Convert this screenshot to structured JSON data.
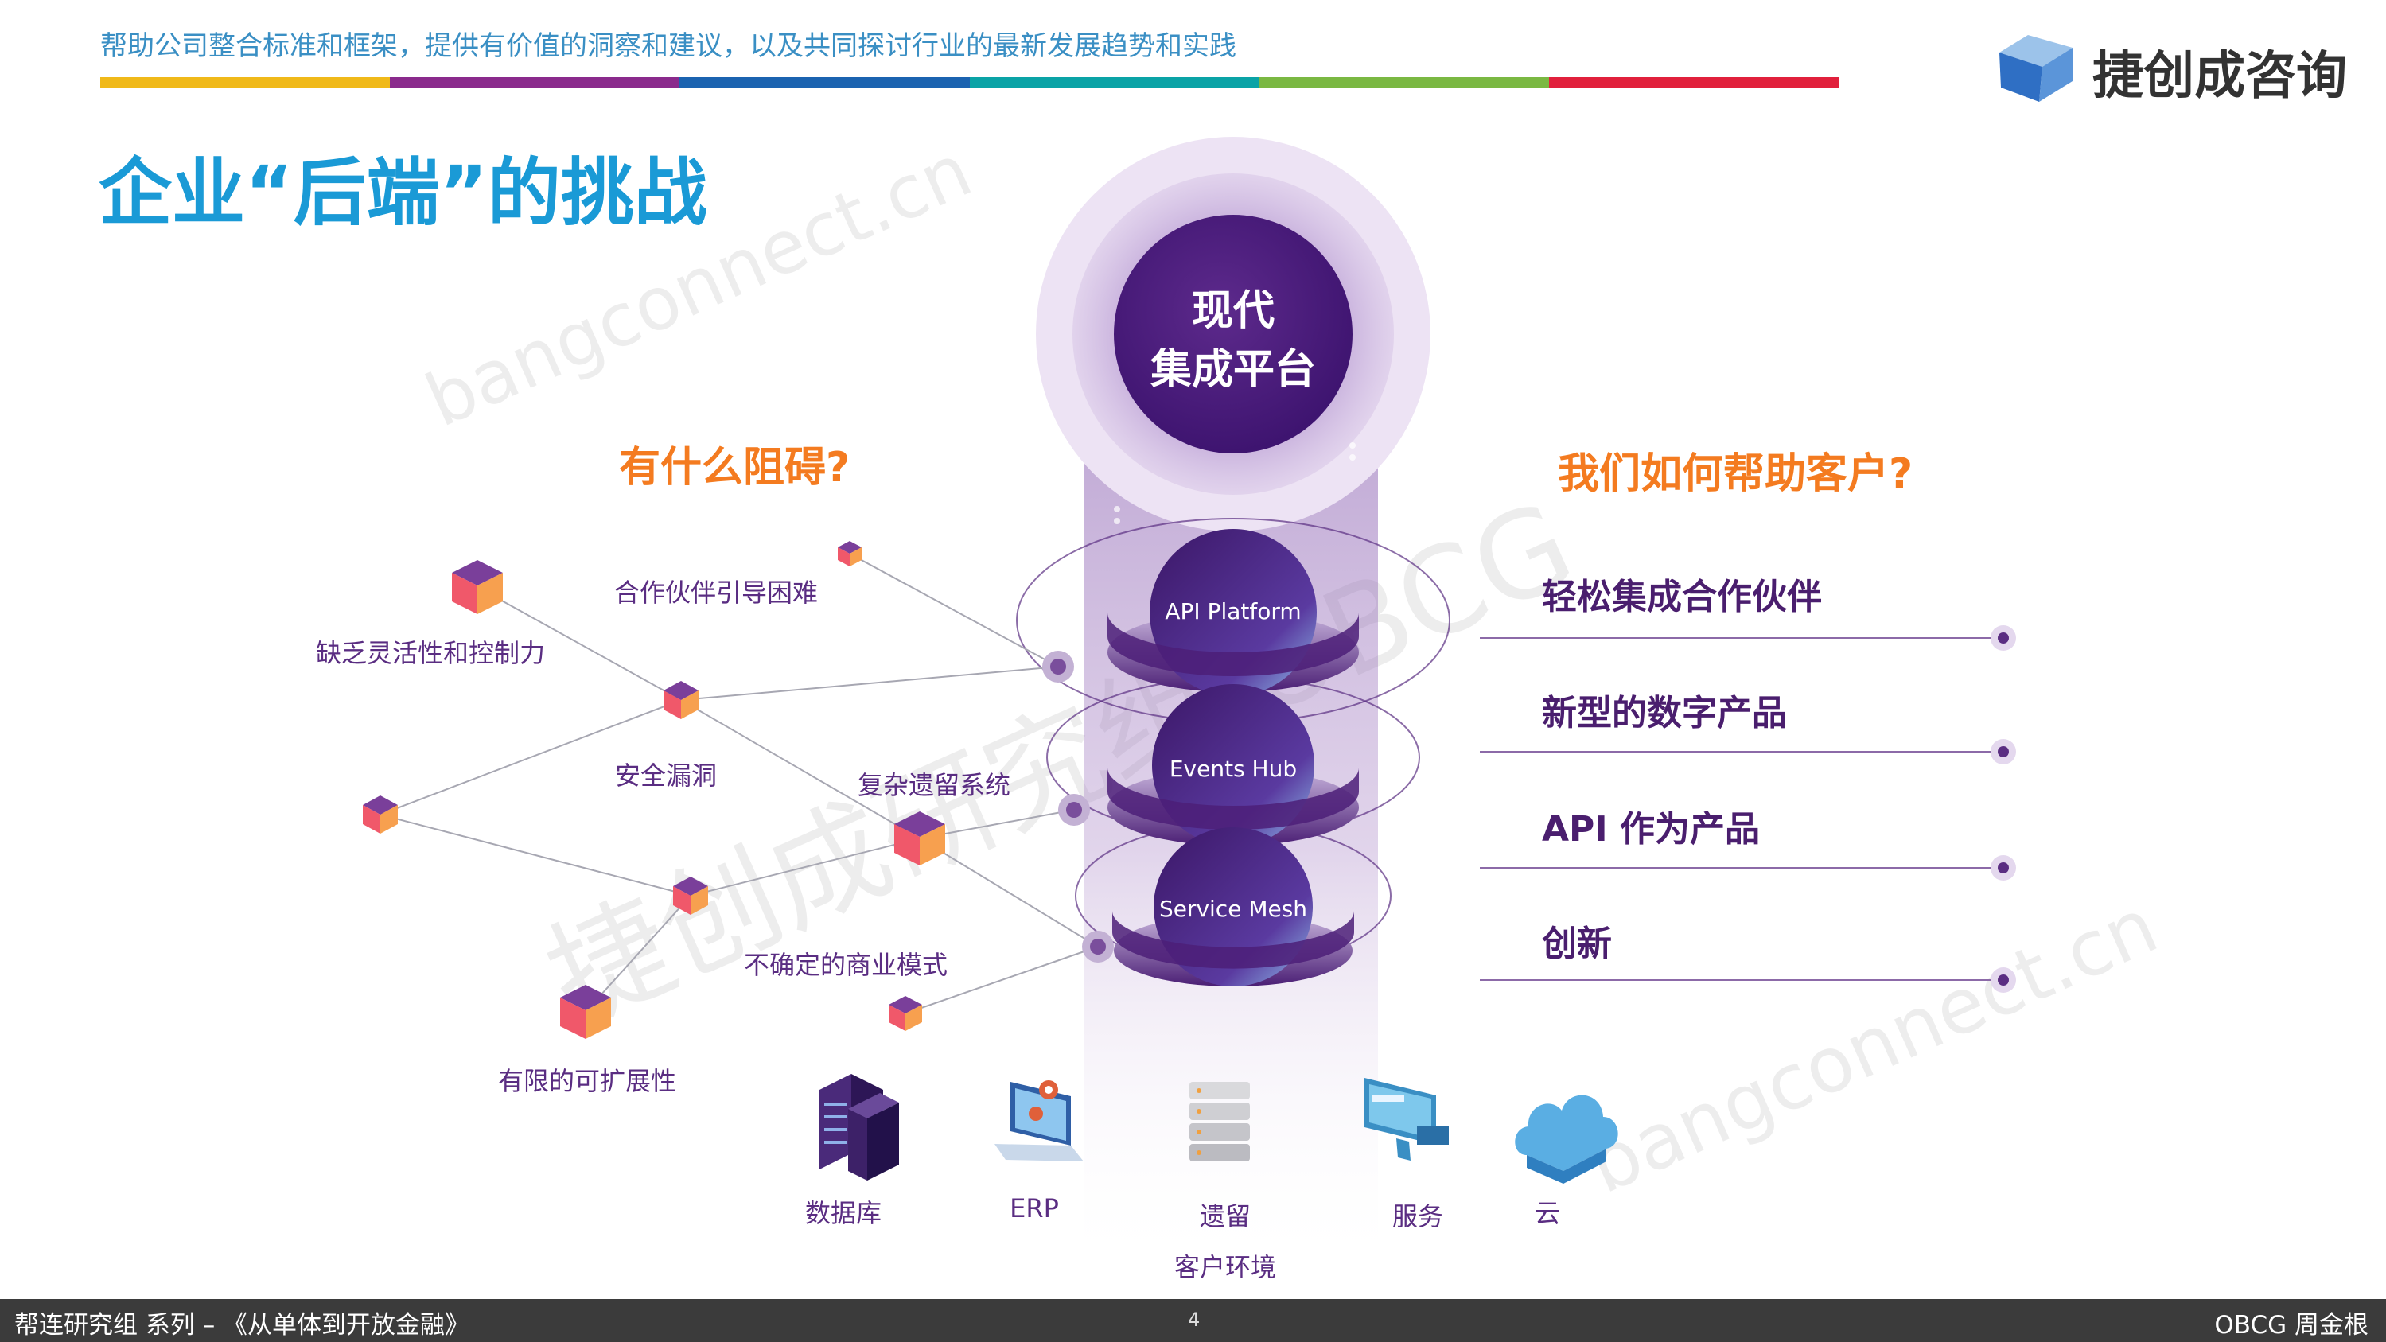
{
  "header": {
    "tagline": "帮助公司整合标准和框架，提供有价值的洞察和建议，以及共同探讨行业的最新发展趋势和实践",
    "stripe_colors": [
      "#f0b919",
      "#8a2a8c",
      "#1b63b0",
      "#0aa3a6",
      "#7ab842",
      "#e1203c"
    ],
    "logo_text": "捷创成咨询"
  },
  "title": "企业“后端”的挑战",
  "center": {
    "top_line1": "现代",
    "top_line2": "集成平台",
    "layers": [
      "API Platform",
      "Events Hub",
      "Service Mesh"
    ]
  },
  "left": {
    "question": "有什么阻碍?",
    "problems": [
      "合作伙伴引导困难",
      "缺乏灵活性和控制力",
      "安全漏洞",
      "复杂遗留系统",
      "不确定的商业模式",
      "有限的可扩展性"
    ]
  },
  "right": {
    "question": "我们如何帮助客户?",
    "items": [
      "轻松集成合作伙伴",
      "新型的数字产品",
      "API 作为产品",
      "创新"
    ]
  },
  "systems": [
    {
      "label": "数据库",
      "icon": "database-server-icon"
    },
    {
      "label": "ERP",
      "icon": "erp-laptop-icon"
    },
    {
      "label": "遗留",
      "label2": "客户环境",
      "icon": "legacy-server-icon"
    },
    {
      "label": "服务",
      "icon": "service-monitor-icon"
    },
    {
      "label": "云",
      "icon": "cloud-icon"
    }
  ],
  "watermarks": [
    "bangconnect.cn",
    "捷创成研究组 OBCG",
    "bangconnect.cn"
  ],
  "footer": {
    "left": "帮连研究组 系列 – 《从单体到开放金融》",
    "page": "4",
    "right": "OBCG 周金根"
  },
  "colors": {
    "purple": "#5a2d82",
    "orange": "#f47b20",
    "blue": "#1a9ad6"
  }
}
